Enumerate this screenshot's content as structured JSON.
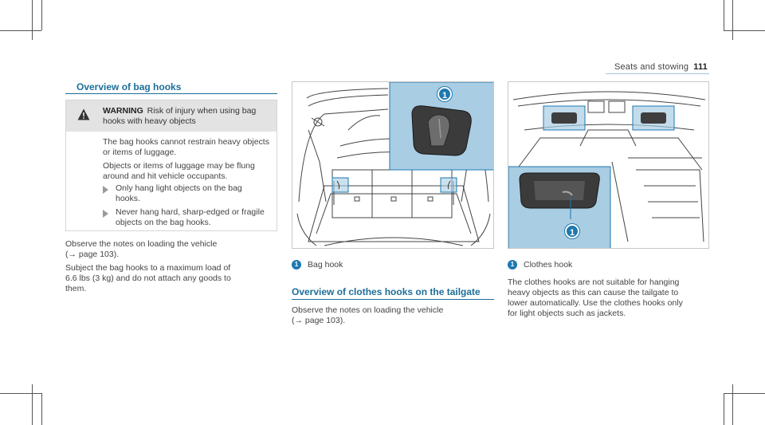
{
  "header": {
    "section": "Seats and stowing",
    "page": "111"
  },
  "left": {
    "title": "Overview of bag hooks",
    "warning": {
      "label": "WARNING",
      "text": "Risk of injury when using bag hooks with heavy objects",
      "body_lines": [
        "The bag hooks cannot restrain heavy objects",
        "or items of luggage.",
        "Objects or items of luggage may be flung",
        "around and hit vehicle occupants."
      ],
      "steps": [
        [
          "Only hang light objects on the bag",
          "hooks."
        ],
        [
          "Never hang hard, sharp-edged or fragile",
          "objects on the bag hooks."
        ]
      ]
    },
    "para_lines": [
      "Observe the notes on loading the vehicle",
      "(→ page 103).",
      "Subject the bag hooks to a maximum load of",
      "6.6 lbs (3 kg) and do not attach any goods to",
      "them."
    ]
  },
  "middle": {
    "figure_marker": "1",
    "caption_marker": "1",
    "caption": "Bag hook",
    "title": "Overview of clothes hooks on the tailgate",
    "para_lines": [
      "Observe the notes on loading the vehicle",
      "(→ page 103)."
    ]
  },
  "right": {
    "figure_marker": "1",
    "caption_marker": "1",
    "caption": "Clothes hook",
    "para_lines": [
      "The clothes hooks are not suitable for hanging",
      "heavy objects as this can cause the tailgate to",
      "lower automatically. Use the clothes hooks only",
      "for light objects such as jackets."
    ]
  },
  "colors": {
    "accent": "#1d6e9a",
    "badge": "#1e78b0",
    "inset": "#a9cde3"
  },
  "icons": [
    "warning-triangle-icon",
    "bullet-arrow-icon"
  ]
}
